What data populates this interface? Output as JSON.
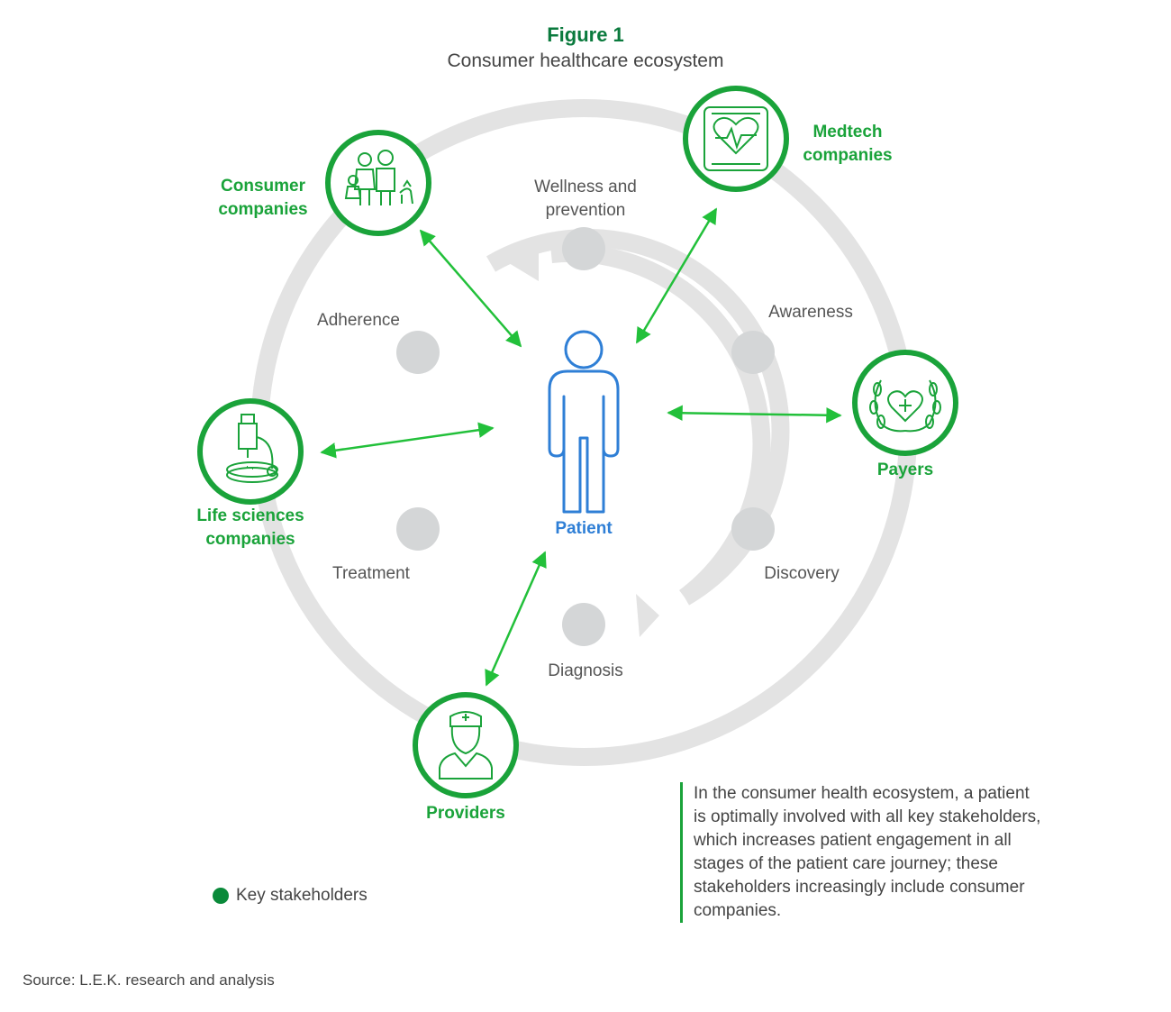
{
  "figure": {
    "title": "Figure 1",
    "subtitle": "Consumer healthcare ecosystem"
  },
  "center": {
    "label": "Patient",
    "icon": "person-icon"
  },
  "stages": [
    {
      "id": "wellness",
      "label": "Wellness and prevention"
    },
    {
      "id": "awareness",
      "label": "Awareness"
    },
    {
      "id": "discovery",
      "label": "Discovery"
    },
    {
      "id": "diagnosis",
      "label": "Diagnosis"
    },
    {
      "id": "treatment",
      "label": "Treatment"
    },
    {
      "id": "adherence",
      "label": "Adherence"
    }
  ],
  "stakeholders": [
    {
      "id": "consumer",
      "label": "Consumer companies",
      "icon": "family-icon"
    },
    {
      "id": "medtech",
      "label": "Medtech companies",
      "icon": "heart-monitor-icon"
    },
    {
      "id": "payers",
      "label": "Payers",
      "icon": "heart-laurel-icon"
    },
    {
      "id": "lifesciences",
      "label": "Life sciences companies",
      "icon": "microscope-icon"
    },
    {
      "id": "providers",
      "label": "Providers",
      "icon": "nurse-icon"
    }
  ],
  "note": "In the consumer health ecosystem, a patient is optimally involved with all key stakeholders, which increases patient engagement in all stages of the patient care journey; these stakeholders increasingly include consumer companies.",
  "legend": {
    "label": "Key stakeholders",
    "color": "#0a8a3a"
  },
  "source": "Source: L.E.K. research and analysis",
  "colors": {
    "stakeholder": "#1aa33a",
    "arrow": "#22c03a",
    "ring": "#e3e3e3",
    "stage_dot": "#d4d6d7",
    "patient": "#2f7fd6"
  }
}
